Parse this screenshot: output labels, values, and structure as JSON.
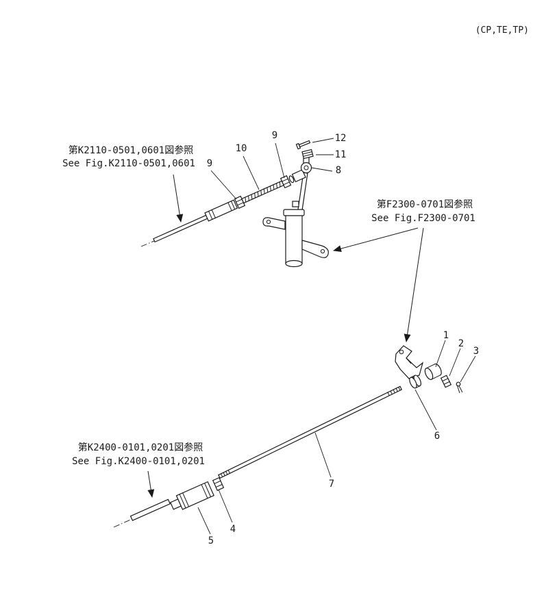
{
  "page": {
    "corner_note": "(CP,TE,TP)",
    "colors": {
      "line": "#1a1a1a",
      "background": "#ffffff"
    }
  },
  "references": {
    "k2110": {
      "jp": "第K2110-0501,0601図参照",
      "en": "See Fig.K2110-0501,0601"
    },
    "f2300": {
      "jp": "第F2300-0701図参照",
      "en": "See Fig.F2300-0701"
    },
    "k2400": {
      "jp": "第K2400-0101,0201図参照",
      "en": "See Fig.K2400-0101,0201"
    }
  },
  "callouts": {
    "n1": "1",
    "n2": "2",
    "n3": "3",
    "n4": "4",
    "n5": "5",
    "n6": "6",
    "n7": "7",
    "n8": "8",
    "n9a": "9",
    "n9b": "9",
    "n10": "10",
    "n11": "11",
    "n12": "12"
  }
}
